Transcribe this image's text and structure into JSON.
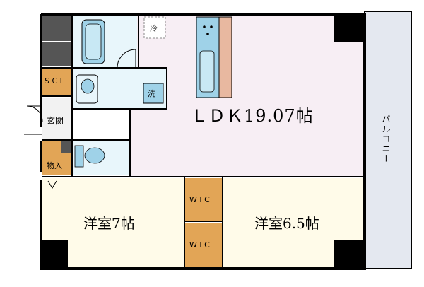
{
  "rooms": {
    "ldk": "ＬＤＫ19.07帖",
    "western_1": "洋室7帖",
    "western_2": "洋室6.5帖",
    "wic_1": "W I C",
    "wic_2": "W I C",
    "scl": "S C L",
    "entrance": "玄関",
    "storage": "物入",
    "balcony": "バルコニー",
    "laundry": "洗",
    "fridge": "冷"
  },
  "colors": {
    "wall": "#000000",
    "ldk_floor": "#f7eef4",
    "room_floor": "#fffbe9",
    "storage_floor": "#e2a556",
    "wet_floor": "#e8f6fb",
    "fixture": "#9fd2e8",
    "counter": "#e8b8a0",
    "balcony": "#e4e8f0",
    "dark_block": "#555555"
  }
}
